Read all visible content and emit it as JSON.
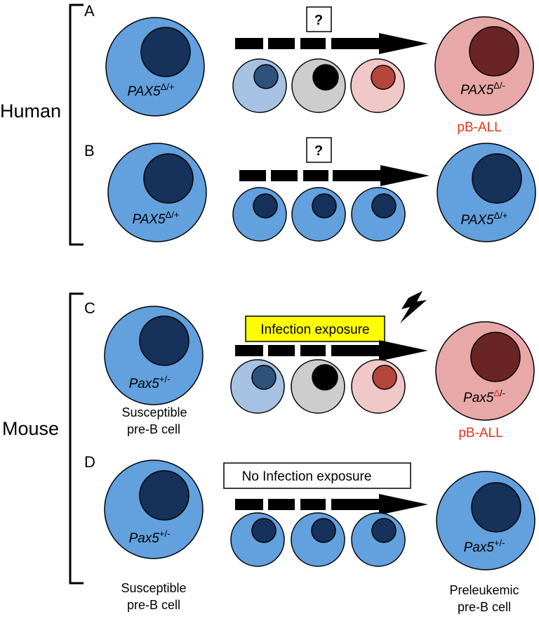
{
  "groups": {
    "human": "Human",
    "mouse": "Mouse"
  },
  "panels": {
    "A": {
      "letter": "A",
      "question": "?",
      "left_genotype": {
        "base": "PAX5",
        "sup": "Δ/+"
      },
      "right_genotype": {
        "base": "PAX5",
        "sup": "Δ/-"
      },
      "right_caption": "pB-ALL"
    },
    "B": {
      "letter": "B",
      "question": "?",
      "left_genotype": {
        "base": "PAX5",
        "sup": "Δ/+"
      },
      "right_genotype": {
        "base": "PAX5",
        "sup": "Δ/+"
      }
    },
    "C": {
      "letter": "C",
      "box_label": "Infection exposure",
      "left_genotype": {
        "base": "Pax5",
        "sup": "+/-"
      },
      "left_caption": [
        "Susceptible",
        "pre-B cell"
      ],
      "right_genotype": {
        "base": "Pax5",
        "sup_red": "Δ",
        "sup": "/-"
      },
      "right_caption": "pB-ALL"
    },
    "D": {
      "letter": "D",
      "box_label": "No Infection exposure",
      "left_genotype": {
        "base": "Pax5",
        "sup": "+/-"
      },
      "left_caption": [
        "Susceptible",
        "pre-B cell"
      ],
      "right_genotype": {
        "base": "Pax5",
        "sup": "+/-"
      },
      "right_caption": [
        "Preleukemic",
        "pre-B cell"
      ]
    }
  },
  "colors": {
    "normal_cell": "#62a0de",
    "normal_nucleus": "#16325a",
    "leukemic_cell": "#e8a8a8",
    "leukemic_nucleus": "#6b2424",
    "light_blue_cell": "#a6c2e2",
    "light_blue_nucleus": "#2e5279",
    "gray_cell": "#cdcdcd",
    "black_nucleus": "#000000",
    "pink_cell": "#f0c8c8",
    "red_nucleus": "#b4463c",
    "infection_box": "#ffff00",
    "pball_text": "#e8331c"
  },
  "icons": {
    "lightning": "lightning-bolt-icon"
  }
}
